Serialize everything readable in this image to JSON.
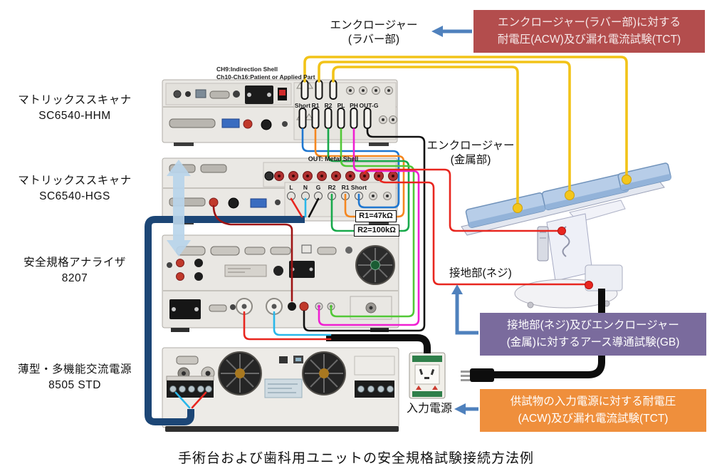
{
  "diagram": {
    "caption": "手術台および歯科用ユニットの安全規格試験接続方法例"
  },
  "devices": [
    {
      "line1": "マトリックススキャナ",
      "line2": "SC6540-HHM"
    },
    {
      "line1": "マトリックススキャナ",
      "line2": "SC6540-HGS"
    },
    {
      "line1": "安全規格アナライザ",
      "line2": "8207"
    },
    {
      "line1": "薄型・多機能交流電源",
      "line2": "8505 STD"
    }
  ],
  "scanner1": {
    "note1": "CH9:Indirection Shell",
    "note2": "Ch10-Ch16:Patient or Applied Part",
    "terminals": [
      "Short",
      "R1",
      "R2",
      "PL",
      "PH",
      "OUT-G"
    ]
  },
  "scanner2": {
    "shell_note": "OUT: Metal Shell",
    "terminals": [
      "L",
      "N",
      "G",
      "R2",
      "R1",
      "Short"
    ],
    "r1": "R1=47kΩ",
    "r2": "R2=100kΩ"
  },
  "labels": {
    "rubber1": "エンクロージャー",
    "rubber2": "(ラバー部)",
    "metal1": "エンクロージャー",
    "metal2": "(金属部)",
    "ground": "接地部(ネジ)",
    "input": "入力電源"
  },
  "callouts": {
    "rubber": {
      "line1": "エンクロージャー(ラバー部)に対する",
      "line2": "耐電圧(ACW)及び漏れ電流試験(TCT)"
    },
    "ground": {
      "line1": "接地部(ネジ)及びエンクロージャー",
      "line2": "(金属)に対するアース導通試験(GB)"
    },
    "power": {
      "line1": "供試物の入力電源に対する耐電圧",
      "line2": "(ACW)及び漏れ電流試験(TCT)"
    }
  },
  "colors": {
    "callout_rubber": "#b34d4d",
    "callout_ground": "#7a6b9d",
    "callout_power": "#ef8f3c",
    "arrow_blue": "#4f81bd",
    "wire_yellow": "#f2c318",
    "wire_red": "#e8261f",
    "wire_dark_red": "#b01212",
    "wire_blue": "#1f77d0",
    "wire_orange": "#f5871f",
    "wire_green": "#18a94b",
    "wire_light_green": "#52c837",
    "wire_magenta": "#f01fd2",
    "wire_cyan": "#29b7ea",
    "wire_black": "#111111",
    "cable_navy": "#1c4676"
  }
}
